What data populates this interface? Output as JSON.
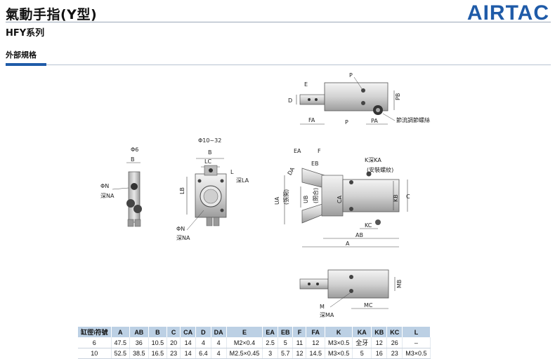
{
  "header": {
    "title": "氣動手指(Y型)",
    "series": "HFY系列",
    "brand": "AIRTAC",
    "section": "外部規格"
  },
  "drawings": {
    "small_view": {
      "dia": "Φ6",
      "b": "B",
      "n": "ΦN",
      "na": "深NA"
    },
    "mid_view": {
      "dia": "Φ10~32",
      "b": "B",
      "lc": "LC",
      "l": "L",
      "la": "深LA",
      "lb": "LB",
      "n": "ΦN",
      "na": "深NA"
    },
    "top_view": {
      "p": "P",
      "e": "E",
      "d": "D",
      "pb": "PB",
      "fa": "FA",
      "pa": "PA",
      "p2": "P",
      "note": "節流調節螺絲"
    },
    "main_view": {
      "ea": "EA",
      "f": "F",
      "eb": "EB",
      "da": "DA",
      "ua": "UA",
      "ua_note": "(張開)",
      "ub": "UB",
      "ub_note": "(閉合)",
      "ca": "CA",
      "c": "C",
      "kb": "KB",
      "ka": "K深KA",
      "ka_note": "(安裝螺紋)",
      "kc": "KC",
      "ab": "AB",
      "a": "A"
    },
    "bottom_view": {
      "mb": "MB",
      "m": "M",
      "ma": "深MA",
      "mc": "MC"
    }
  },
  "table": {
    "headers": [
      "缸徑\\符號",
      "A",
      "AB",
      "B",
      "C",
      "CA",
      "D",
      "DA",
      "E",
      "EA",
      "EB",
      "F",
      "FA",
      "K",
      "KA",
      "KB",
      "KC",
      "L"
    ],
    "rows": [
      [
        "6",
        "47.5",
        "36",
        "10.5",
        "20",
        "14",
        "4",
        "4",
        "M2×0.4",
        "2.5",
        "5",
        "11",
        "12",
        "M3×0.5",
        "全牙",
        "12",
        "26",
        "–"
      ],
      [
        "10",
        "52.5",
        "38.5",
        "16.5",
        "23",
        "14",
        "6.4",
        "4",
        "M2.5×0.45",
        "3",
        "5.7",
        "12",
        "14.5",
        "M3×0.5",
        "5",
        "16",
        "23",
        "M3×0.5"
      ]
    ]
  }
}
